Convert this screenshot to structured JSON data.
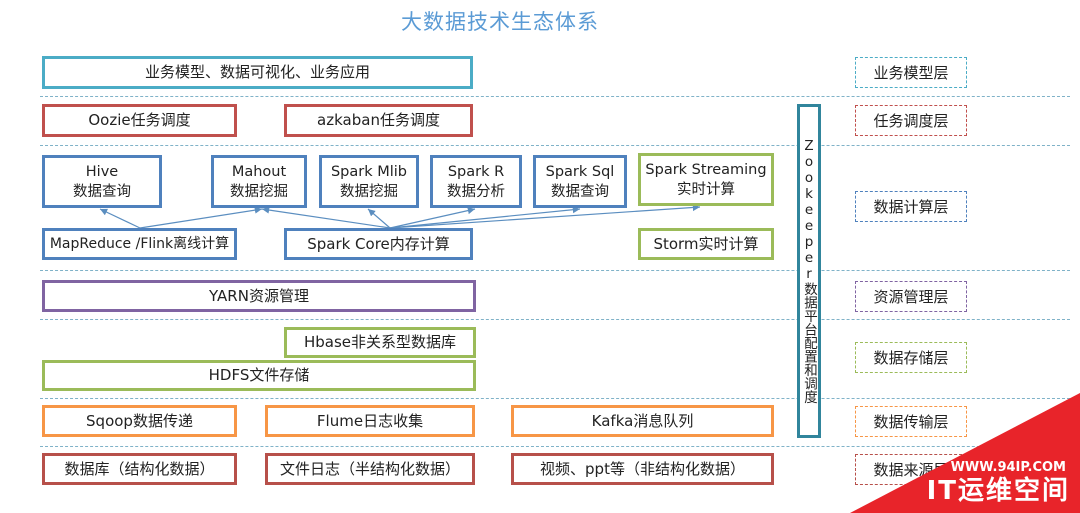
{
  "title": "大数据技术生态体系",
  "layers": [
    "业务模型层",
    "任务调度层",
    "数据计算层",
    "资源管理层",
    "数据存储层",
    "数据传输层",
    "数据来源层"
  ],
  "business": {
    "app": "业务模型、数据可视化、业务应用"
  },
  "scheduling": {
    "oozie": "Oozie任务调度",
    "azkaban": "azkaban任务调度"
  },
  "compute": {
    "hive": {
      "line1": "Hive",
      "line2": "数据查询"
    },
    "mahout": {
      "line1": "Mahout",
      "line2": "数据挖掘"
    },
    "mlib": {
      "line1": "Spark Mlib",
      "line2": "数据挖掘"
    },
    "sparkr": {
      "line1": "Spark R",
      "line2": "数据分析"
    },
    "sparksql": {
      "line1": "Spark Sql",
      "line2": "数据查询"
    },
    "streaming": {
      "line1": "Spark Streaming",
      "line2": "实时计算"
    },
    "mapreduce": "MapReduce /Flink离线计算",
    "sparkcore": "Spark Core内存计算",
    "storm": "Storm实时计算"
  },
  "resource": {
    "yarn": "YARN资源管理"
  },
  "storage": {
    "hbase": "Hbase非关系型数据库",
    "hdfs": "HDFS文件存储"
  },
  "transfer": {
    "sqoop": "Sqoop数据传递",
    "flume": "Flume日志收集",
    "kafka": "Kafka消息队列"
  },
  "source": {
    "db": "数据库（结构化数据）",
    "log": "文件日志（半结构化数据）",
    "video": "视频、ppt等（非结构化数据）"
  },
  "zookeeper": "Zookeeper数据平台配置和调度",
  "watermark": {
    "url": "WWW.94IP.COM",
    "name": "IT运维空间"
  },
  "colors": {
    "teal": "#4bacc6",
    "red": "#c0504d",
    "blue": "#4f81bd",
    "green": "#9bbb59",
    "purple": "#8064a2",
    "orange": "#f79646",
    "watermark": "#e8242a"
  }
}
